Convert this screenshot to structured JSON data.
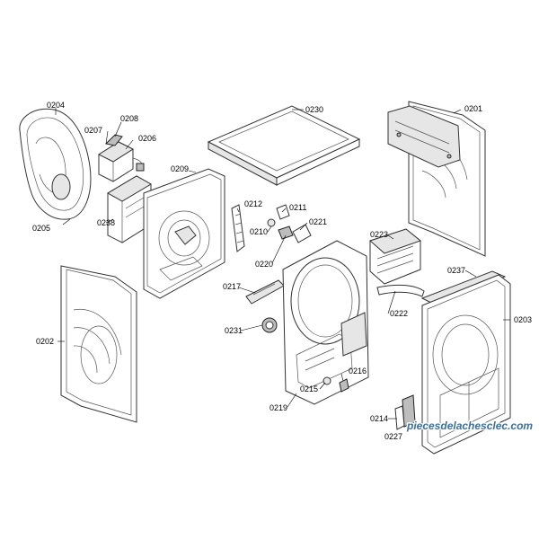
{
  "callouts": [
    {
      "id": "0204",
      "label": "0204"
    },
    {
      "id": "0208",
      "label": "0208"
    },
    {
      "id": "0207",
      "label": "0207"
    },
    {
      "id": "0206",
      "label": "0206"
    },
    {
      "id": "0230",
      "label": "0230"
    },
    {
      "id": "0201",
      "label": "0201"
    },
    {
      "id": "0209",
      "label": "0209"
    },
    {
      "id": "0238",
      "label": "0238"
    },
    {
      "id": "0205",
      "label": "0205"
    },
    {
      "id": "0212",
      "label": "0212"
    },
    {
      "id": "0211",
      "label": "0211"
    },
    {
      "id": "0210",
      "label": "0210"
    },
    {
      "id": "0221",
      "label": "0221"
    },
    {
      "id": "0220",
      "label": "0220"
    },
    {
      "id": "0223",
      "label": "0223"
    },
    {
      "id": "0237",
      "label": "0237"
    },
    {
      "id": "0217",
      "label": "0217"
    },
    {
      "id": "0222",
      "label": "0222"
    },
    {
      "id": "0202",
      "label": "0202"
    },
    {
      "id": "0231",
      "label": "0231"
    },
    {
      "id": "0203",
      "label": "0203"
    },
    {
      "id": "0216",
      "label": "0216"
    },
    {
      "id": "0215",
      "label": "0215"
    },
    {
      "id": "0219",
      "label": "0219"
    },
    {
      "id": "0214",
      "label": "0214"
    },
    {
      "id": "0227",
      "label": "0227"
    }
  ],
  "watermark": "piecesdelachesclec.com"
}
